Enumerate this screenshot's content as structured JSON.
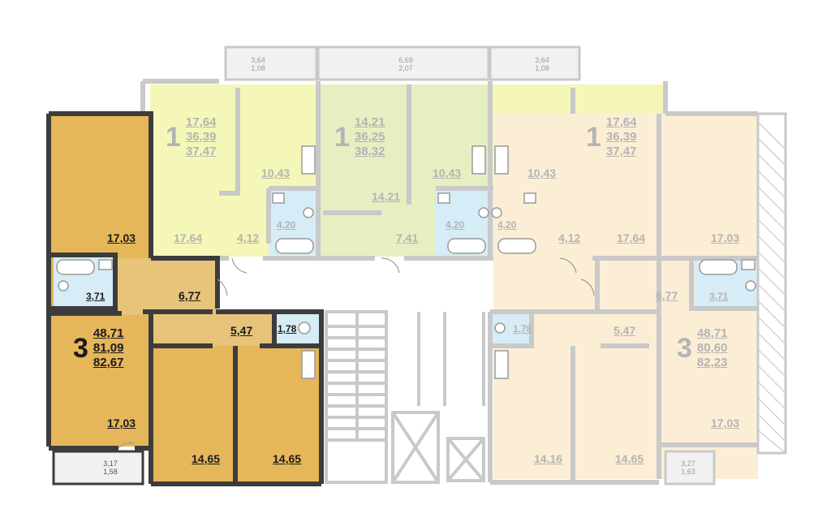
{
  "colors": {
    "active_apartment": "#e5b65a",
    "active_corridor": "#e7c47a",
    "studio_green": "#f4f7b8",
    "studio_green_center": "#e6efc1",
    "inactive_beige": "#fbeed5",
    "bathroom_blue": "#d6ecf6",
    "wall_active": "#3c3c3c",
    "wall_inactive": "#c9c9c9"
  },
  "balconies": {
    "top_left": {
      "a": "3,64",
      "b": "1,08"
    },
    "top_center": {
      "a": "6,69",
      "b": "2,07"
    },
    "top_right": {
      "a": "3,64",
      "b": "1,08"
    },
    "bottom_left": {
      "a": "3,17",
      "b": "1,58"
    },
    "bottom_right": {
      "a": "3,27",
      "b": "1,63"
    }
  },
  "apartments": {
    "left_3room": {
      "rooms": "3",
      "living": "48,71",
      "total": "81,09",
      "with_balcony": "82,67"
    },
    "top_left_1room": {
      "rooms": "1",
      "living": "17,64",
      "total": "36,39",
      "with_balcony": "37,47"
    },
    "top_center_1room": {
      "rooms": "1",
      "living": "14,21",
      "total": "36,25",
      "with_balcony": "38,32"
    },
    "top_right_1room": {
      "rooms": "1",
      "living": "17,64",
      "total": "36,39",
      "with_balcony": "37,47"
    },
    "right_3room": {
      "rooms": "3",
      "living": "48,71",
      "total": "80,60",
      "with_balcony": "82,23"
    }
  },
  "rooms": {
    "left_top_bedroom": "17,03",
    "left_bath": "3,71",
    "left_hall": "6,77",
    "left_bottom_bedroom": "17,03",
    "left_kitchen": "5,47",
    "left_wc": "1,78",
    "left_room_a": "14,65",
    "left_room_b": "14,65",
    "s1_room": "17,64",
    "s1_kitchen": "10,43",
    "s1_bath": "4,20",
    "s1_hall": "4,12",
    "s2_room": "14,21",
    "s2_kitchen": "10,43",
    "s2_bath": "4,20",
    "s2_hall": "7,41",
    "s3_kitchen": "10,43",
    "s3_bath": "4,20",
    "s3_hall": "4,12",
    "s3_room": "17,64",
    "right_top_bedroom": "17,03",
    "right_bath": "3,71",
    "right_hall": "6,77",
    "right_wc": "1,78",
    "right_kitchen": "5,47",
    "right_bottom_bedroom": "17,03",
    "right_room_a": "14,16",
    "right_room_b": "14,65"
  }
}
